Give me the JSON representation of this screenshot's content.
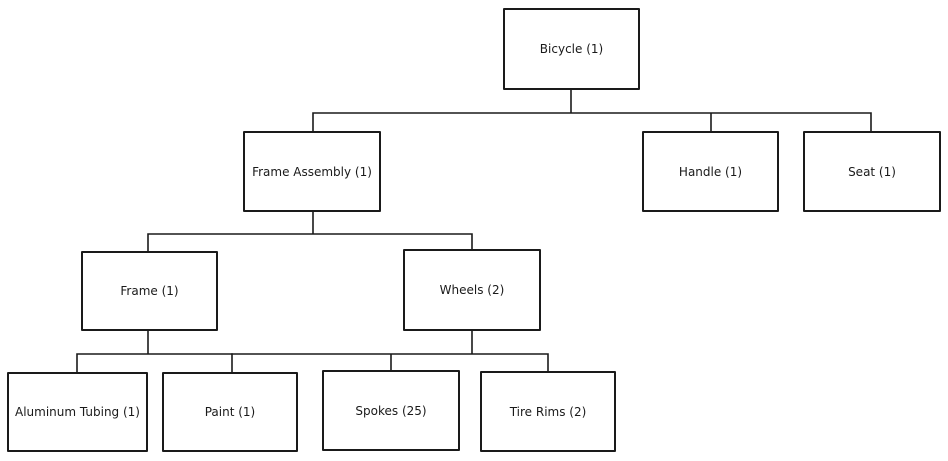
{
  "diagram": {
    "title": "",
    "nodes": {
      "bicycle": "Bicycle (1)",
      "frame_assembly": "Frame Assembly (1)",
      "handle": "Handle (1)",
      "seat": "Seat (1)",
      "frame": "Frame (1)",
      "wheels": "Wheels (2)",
      "aluminum_tubing": "Aluminum Tubing (1)",
      "paint": "Paint (1)",
      "spokes": "Spokes (25)",
      "tire_rims": "Tire Rims (2)"
    },
    "edges": [
      [
        "bicycle",
        "frame_assembly"
      ],
      [
        "bicycle",
        "handle"
      ],
      [
        "bicycle",
        "seat"
      ],
      [
        "frame_assembly",
        "frame"
      ],
      [
        "frame_assembly",
        "wheels"
      ],
      [
        "frame",
        "aluminum_tubing"
      ],
      [
        "frame",
        "paint"
      ],
      [
        "wheels",
        "spokes"
      ],
      [
        "wheels",
        "tire_rims"
      ]
    ],
    "colors": {
      "stroke": "#1a1a1a",
      "fill": "#ffffff"
    }
  }
}
